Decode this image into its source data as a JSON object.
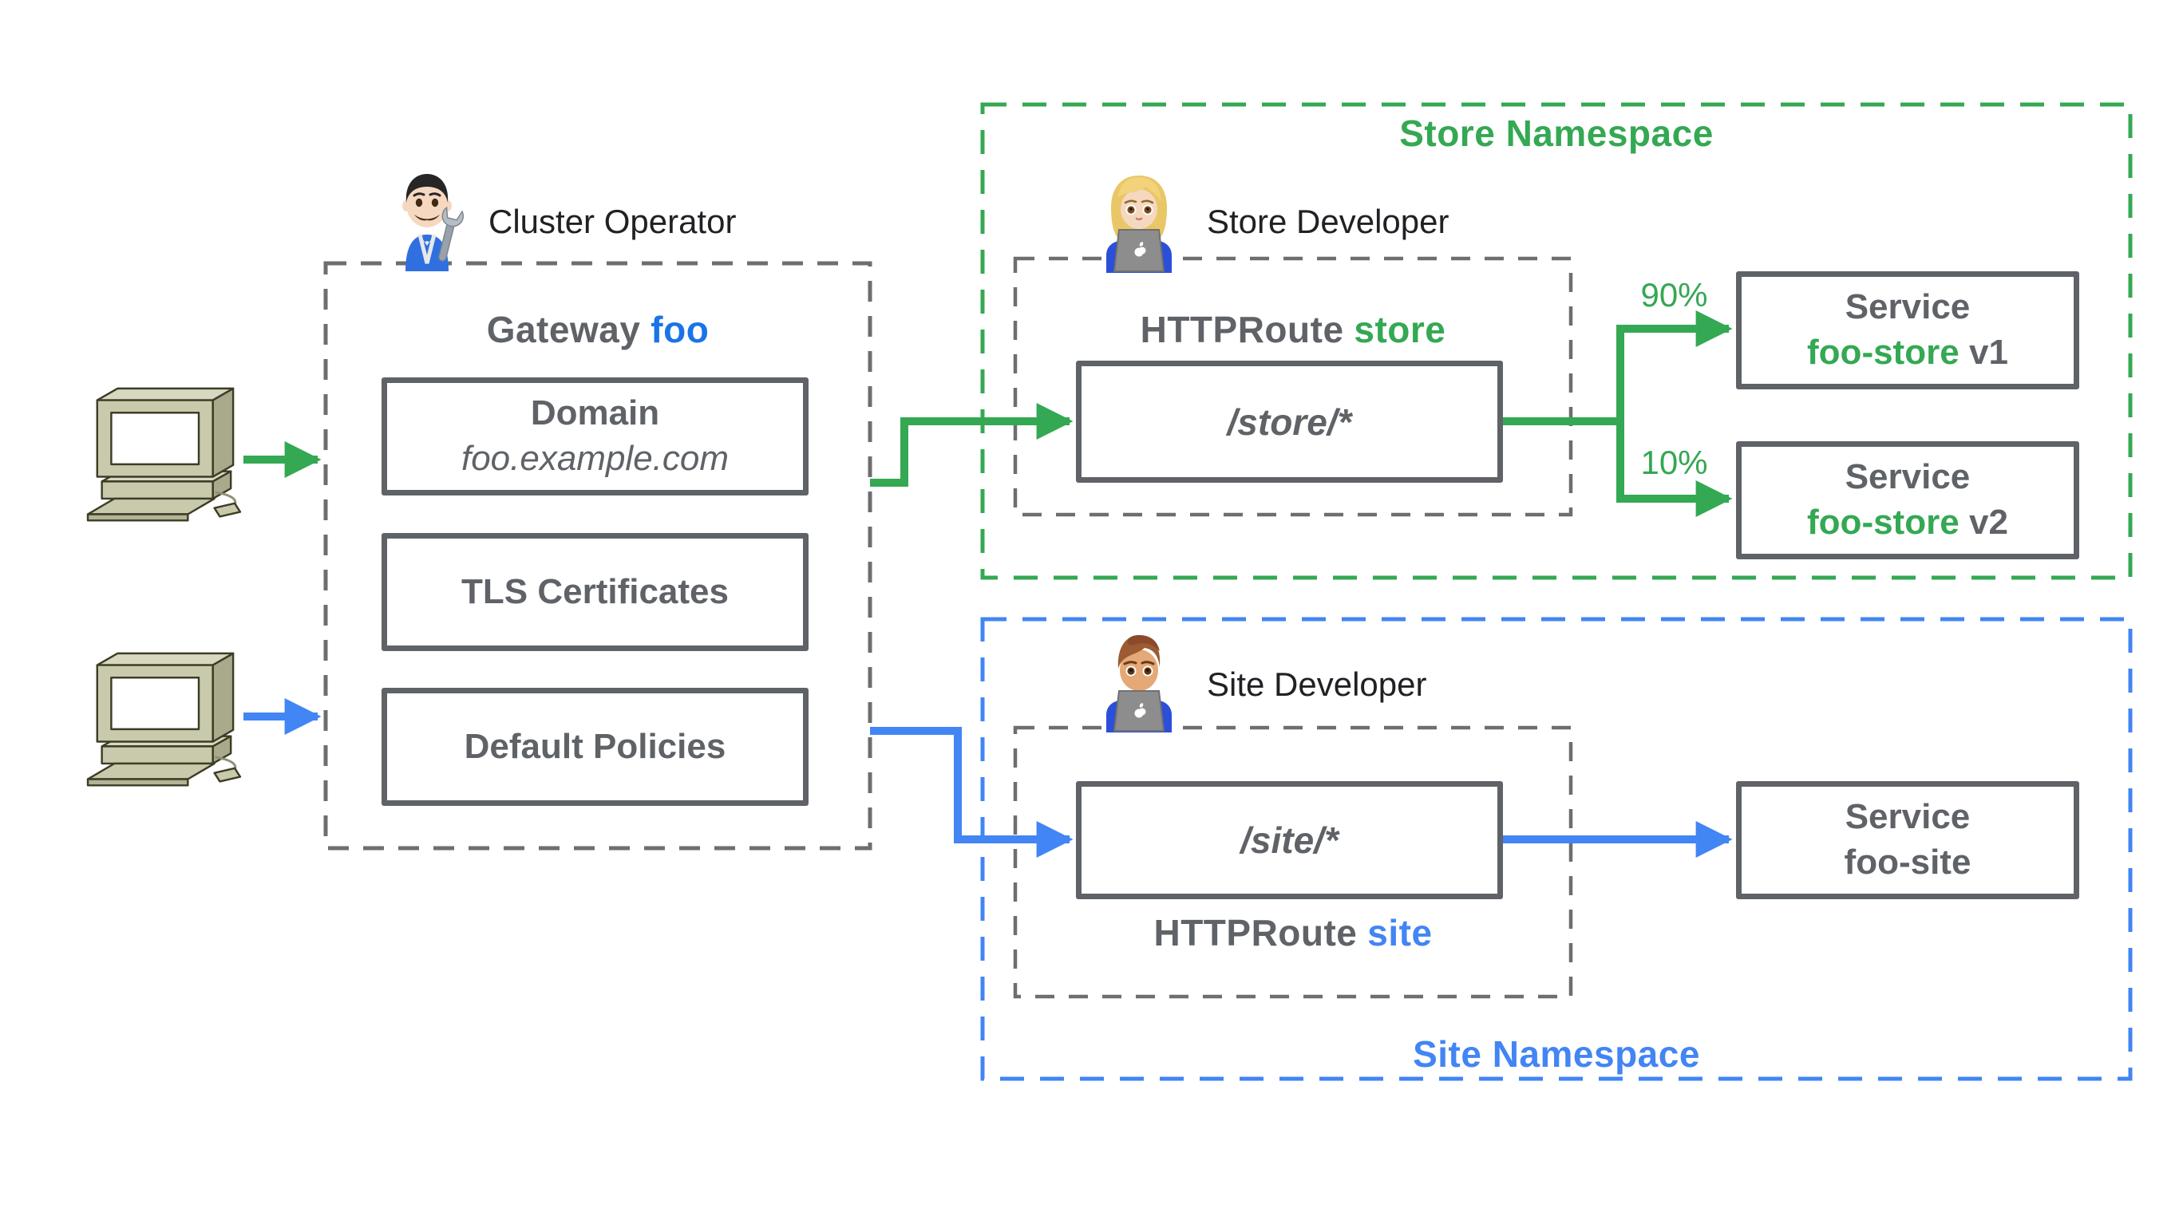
{
  "colors": {
    "green": "#34A853",
    "blue": "#4285F4",
    "dark_blue": "#1A73E8",
    "gray_text": "#5F6368",
    "black_text": "#202124"
  },
  "cluster_operator": {
    "label": "Cluster Operator"
  },
  "gateway": {
    "title_prefix": "Gateway",
    "title_name": "foo",
    "domain_title": "Domain",
    "domain_value": "foo.example.com",
    "tls_label": "TLS Certificates",
    "policies_label": "Default Policies"
  },
  "store_namespace": {
    "title": "Store Namespace",
    "developer_label": "Store Developer",
    "route_prefix": "HTTPRoute",
    "route_name": "store",
    "route_path": "/store/*",
    "weight_v1": "90%",
    "weight_v2": "10%",
    "service_v1": {
      "type_label": "Service",
      "name": "foo-store",
      "version": "v1"
    },
    "service_v2": {
      "type_label": "Service",
      "name": "foo-store",
      "version": "v2"
    }
  },
  "site_namespace": {
    "title": "Site Namespace",
    "developer_label": "Site Developer",
    "route_prefix": "HTTPRoute",
    "route_name": "site",
    "route_path": "/site/*",
    "service": {
      "type_label": "Service",
      "name": "foo-site"
    }
  }
}
